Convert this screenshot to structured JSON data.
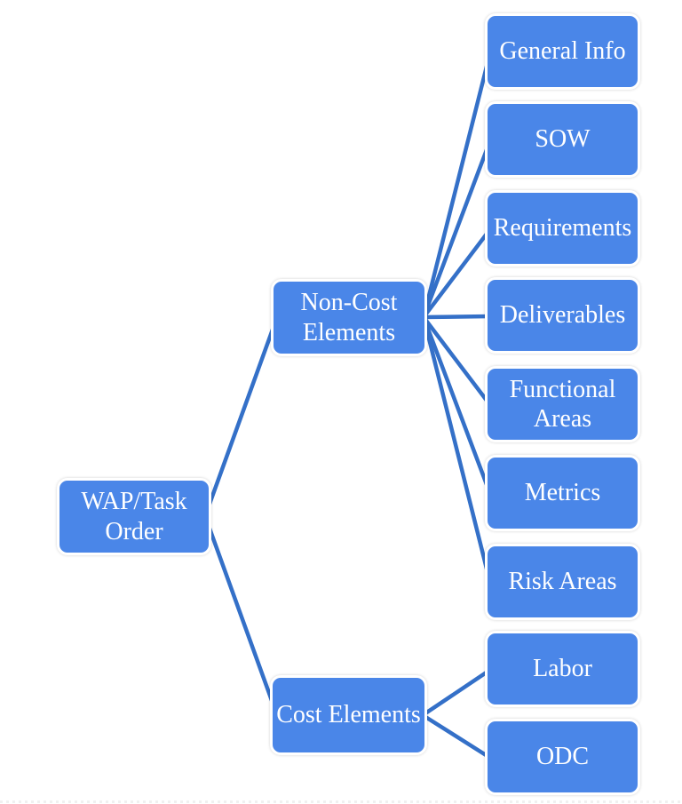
{
  "diagram": {
    "root": {
      "label": "WAP/Task Order"
    },
    "branches": [
      {
        "label": "Non-Cost Elements",
        "children": [
          "General Info",
          "SOW",
          "Requirements",
          "Deliverables",
          "Functional Areas",
          "Metrics",
          "Risk Areas"
        ]
      },
      {
        "label": "Cost Elements",
        "children": [
          "Labor",
          "ODC"
        ]
      }
    ],
    "colors": {
      "node_fill": "#4a86e8",
      "node_text": "#ffffff",
      "connector": "#3470c8"
    }
  }
}
